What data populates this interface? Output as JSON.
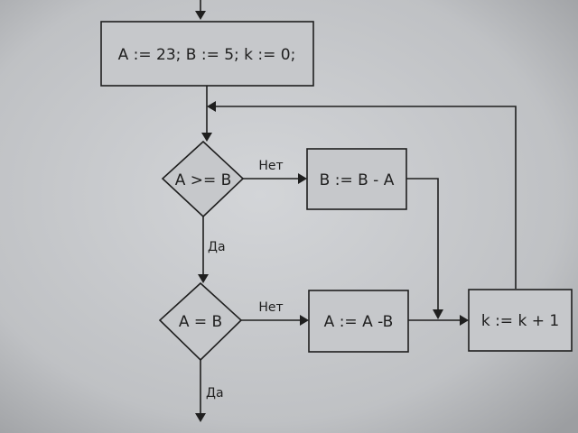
{
  "diagram": {
    "type": "flowchart",
    "nodes": {
      "init": "A := 23; B := 5; k := 0;",
      "cond_ge": "A >= B",
      "sub_b": "B := B - A",
      "cond_eq": "A = B",
      "sub_a": "A := A -B",
      "inc_k": "k := k + 1"
    },
    "edges": {
      "ge_no": "Нет",
      "ge_yes": "Да",
      "eq_no": "Нет",
      "eq_yes": "Да"
    }
  },
  "colors": {
    "line": "#1f1f1f",
    "background": "#c9cbce"
  }
}
